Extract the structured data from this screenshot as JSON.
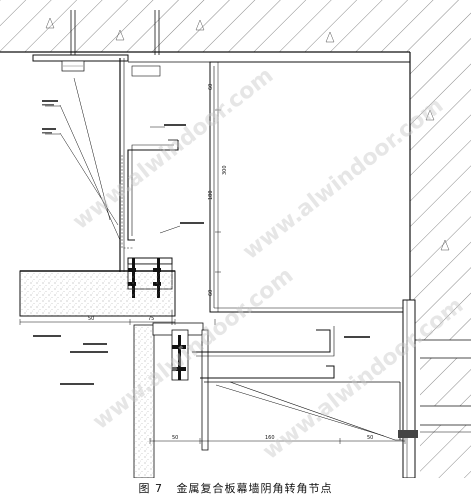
{
  "caption": {
    "figure_label": "图 7",
    "title": "金属复合板幕墙阴角转角节点"
  },
  "watermark": "www.alwindoor.com",
  "dimensions": {
    "right_vertical": [
      "60",
      "300",
      "180",
      "60"
    ],
    "bottom_horizontal": [
      "50",
      "160",
      "50"
    ],
    "lower_left": [
      "50",
      "75"
    ]
  },
  "colors": {
    "line": "#111111",
    "hatch": "#444444",
    "concrete_dots": "#777777",
    "watermark": "#c9c9c9"
  }
}
